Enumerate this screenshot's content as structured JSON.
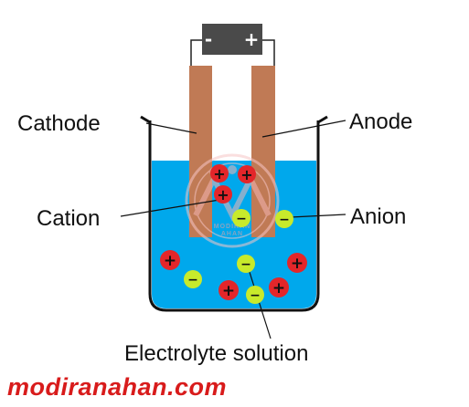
{
  "battery": {
    "negative_sign": "-",
    "positive_sign": "+"
  },
  "labels": {
    "cathode": "Cathode",
    "anode": "Anode",
    "cation": "Cation",
    "anion": "Anion",
    "electrolyte": "Electrolyte solution"
  },
  "ions": {
    "cation_sign": "+",
    "anion_sign": "−"
  },
  "watermark": {
    "line1": "MODIRAN",
    "line2": "AHAN"
  },
  "footer": {
    "site": "modiranahan.com"
  },
  "colors": {
    "electrolyte": "#00a8ec",
    "electrode": "#c07a55",
    "battery": "#4a4a4a",
    "cation": "#e3262a",
    "anion": "#c8ea2b",
    "site_text": "#d81b1b"
  }
}
